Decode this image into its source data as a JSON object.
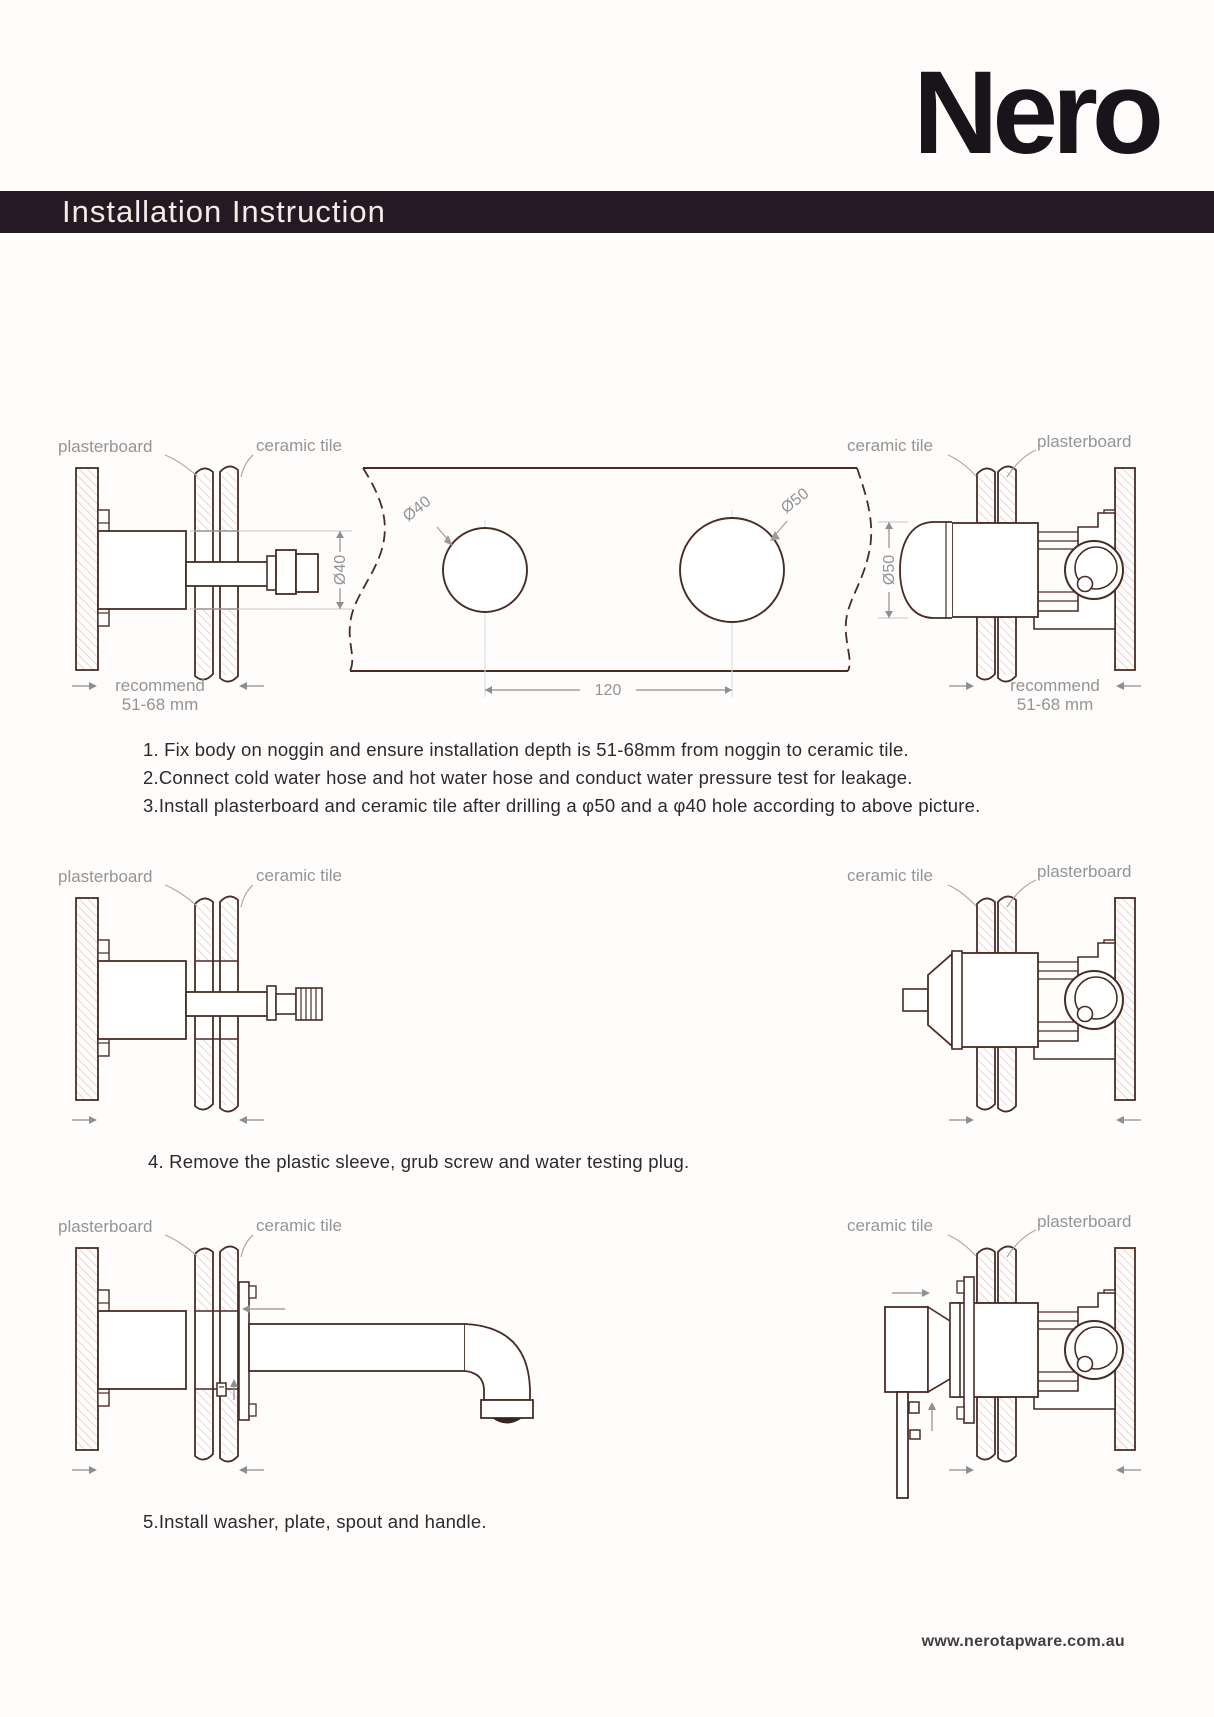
{
  "brand": {
    "logo": "Nero"
  },
  "banner": {
    "title": "Installation Instruction"
  },
  "labels": {
    "plasterboard": "plasterboard",
    "ceramic_tile": "ceramic tile",
    "recommend": "recommend",
    "depth_range": "51-68 mm",
    "dia_40": "Ø40",
    "dia_50": "Ø50",
    "hole_spacing": "120"
  },
  "instructions": {
    "steps_1_3": [
      "1. Fix body on noggin and ensure installation depth is 51-68mm from noggin to ceramic tile.",
      "2.Connect cold water hose and hot water hose and conduct water pressure test for leakage.",
      "3.Install plasterboard and ceramic tile after drilling a φ50 and a φ40 hole according to above picture."
    ],
    "step_4": "4. Remove the plastic sleeve, grub screw and water testing plug.",
    "step_5": "5.Install washer, plate, spout and handle."
  },
  "footer": {
    "website": "www.nerotapware.com.au"
  }
}
